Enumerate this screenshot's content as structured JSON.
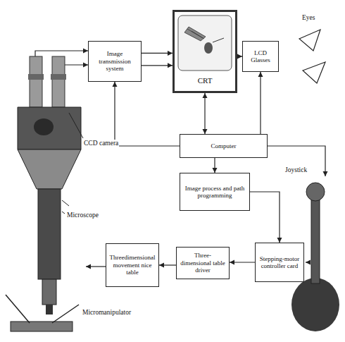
{
  "diagram": {
    "nodes": [
      {
        "text": [
          "Image transmission system"
        ]
      },
      {
        "text": [
          "CRT"
        ]
      },
      {
        "text": [
          "LCD Glasses"
        ]
      },
      {
        "text": [
          "Computer"
        ]
      },
      {
        "text": [
          "Image process and path programming"
        ]
      },
      {
        "text": [
          "Stepping-motor controller card"
        ]
      },
      {
        "text": [
          "Three-dimensional table driver"
        ]
      },
      {
        "text": [
          "Threedimensional movement nice table"
        ]
      }
    ],
    "edges": [
      {
        "from": 0,
        "to": 1,
        "arrow": "to"
      },
      {
        "from": 0,
        "to": 1,
        "arrow": "to"
      },
      {
        "from": 1,
        "to": 2,
        "arrow": "to"
      },
      {
        "from": 1,
        "to": 3,
        "arrow": "both"
      },
      {
        "from": 3,
        "to": 2,
        "arrow": "to"
      },
      {
        "from": 3,
        "to": 0,
        "arrow": "to"
      },
      {
        "from": 3,
        "to": 4,
        "arrow": "to"
      },
      {
        "from": 4,
        "to": 5,
        "arrow": "to"
      },
      {
        "from": 5,
        "to": 6,
        "arrow": "to"
      },
      {
        "from": 6,
        "to": 7,
        "arrow": "to"
      }
    ],
    "labels": [
      "Eyes",
      "CCD camera",
      "Microscope",
      "Joystick",
      "Micromanipulator"
    ]
  }
}
